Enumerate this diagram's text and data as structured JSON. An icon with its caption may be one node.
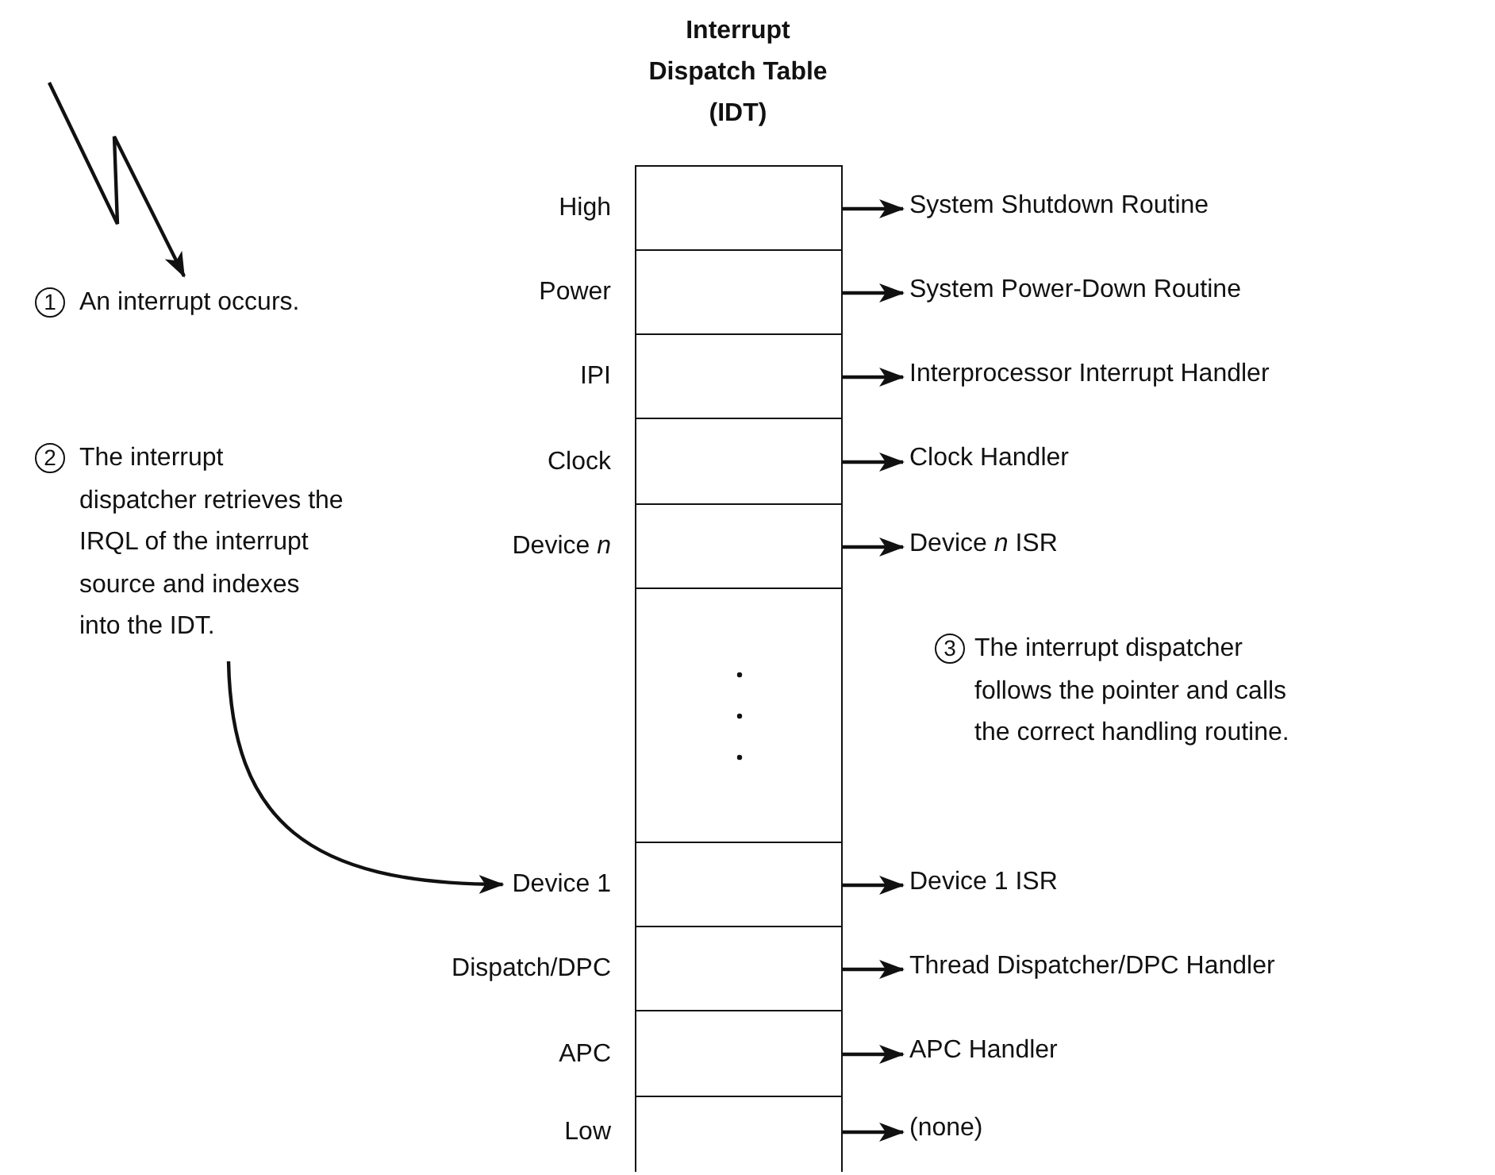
{
  "diagram": {
    "nodes": [
      {
        "text": [
          "Interrupt Dispatch Table (IDT)"
        ]
      },
      {
        "text": [
          "High"
        ],
        "in": 0
      },
      {
        "text": [
          "Power"
        ],
        "in": 0
      },
      {
        "text": [
          "IPI"
        ],
        "in": 0
      },
      {
        "text": [
          "Clock"
        ],
        "in": 0
      },
      {
        "text": [
          "Device *n*"
        ],
        "in": 0
      },
      {
        "text": [],
        "shape": "box",
        "in": 0
      },
      {
        "text": [
          "Device 1"
        ],
        "in": 0
      },
      {
        "text": [
          "Dispatch/DPC"
        ],
        "in": 0
      },
      {
        "text": [
          "APC"
        ],
        "in": 0
      },
      {
        "text": [
          "Low"
        ],
        "in": 0
      },
      {
        "text": [
          "System Shutdown Routine"
        ]
      },
      {
        "text": [
          "System Power-Down Routine"
        ]
      },
      {
        "text": [
          "Interprocessor Interrupt Handler"
        ]
      },
      {
        "text": [
          "Clock Handler"
        ]
      },
      {
        "text": [
          "Device *n* ISR"
        ]
      },
      {
        "text": [
          "Device 1 ISR"
        ]
      },
      {
        "text": [
          "Thread Dispatcher/DPC Handler"
        ]
      },
      {
        "text": [
          "APC Handler"
        ]
      },
      {
        "text": [
          "(none)"
        ]
      },
      {
        "text": [
          "1",
          "An interrupt occurs."
        ]
      },
      {
        "text": [
          "2",
          "The interrupt dispatcher retrieves the IRQL of the interrupt source and indexes into the IDT."
        ]
      },
      {
        "text": [
          "3",
          "The interrupt dispatcher follows the pointer and calls the correct handling routine."
        ]
      }
    ],
    "edges": [
      {
        "from": 1,
        "to": 11,
        "arrow": "to"
      },
      {
        "from": 2,
        "to": 12,
        "arrow": "to"
      },
      {
        "from": 3,
        "to": 13,
        "arrow": "to"
      },
      {
        "from": 4,
        "to": 14,
        "arrow": "to"
      },
      {
        "from": 5,
        "to": 15,
        "arrow": "to"
      },
      {
        "from": 7,
        "to": 16,
        "arrow": "to"
      },
      {
        "from": 8,
        "to": 17,
        "arrow": "to"
      },
      {
        "from": 9,
        "to": 18,
        "arrow": "to"
      },
      {
        "from": 10,
        "to": 19,
        "arrow": "to"
      },
      {
        "from": 21,
        "to": 7,
        "arrow": "to"
      },
      {
        "from": null,
        "to": 20,
        "arrow": "to"
      }
    ]
  }
}
